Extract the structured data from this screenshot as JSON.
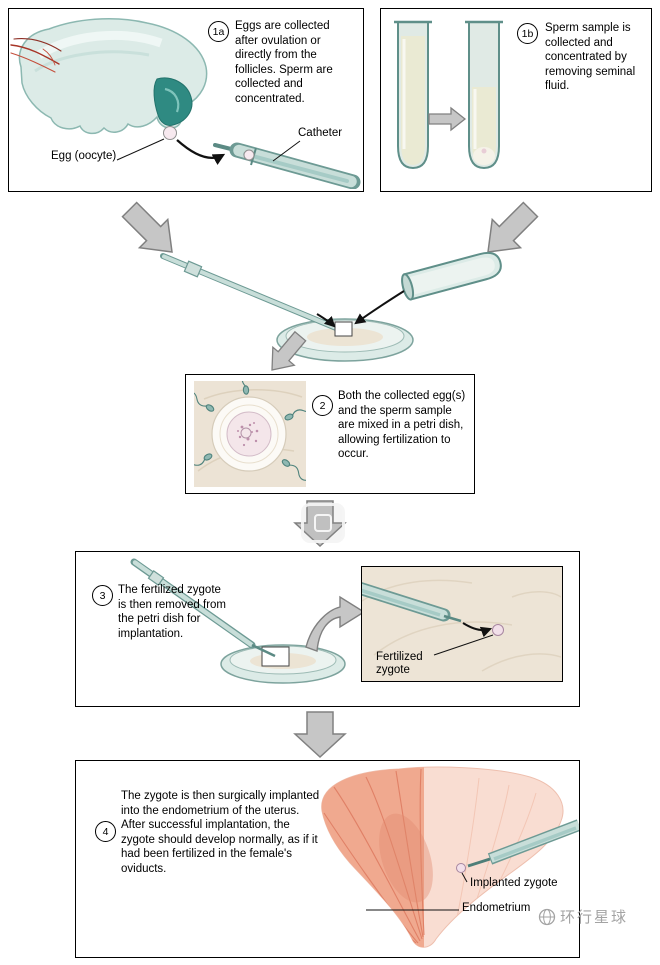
{
  "steps": {
    "s1a": {
      "num": "1a",
      "text": "Eggs are collected after ovulation or directly from the follicles. Sperm are collected and concentrated."
    },
    "s1b": {
      "num": "1b",
      "text": "Sperm sample is collected and concentrated by removing seminal fluid."
    },
    "s2": {
      "num": "2",
      "text": "Both the collected egg(s) and the sperm sample are mixed in a petri dish, allowing fertilization to occur."
    },
    "s3": {
      "num": "3",
      "text": "The fertilized zygote is then removed from the petri dish for implantation."
    },
    "s4": {
      "num": "4",
      "text": "The zygote is then surgically implanted into the endometrium of the uterus. After successful implantation, the zygote should develop normally, as if it had been fertilized in the female's oviducts."
    }
  },
  "labels": {
    "egg_oocyte": "Egg (oocyte)",
    "catheter": "Catheter",
    "fertilized_zygote": "Fertilized zygote",
    "implanted_zygote": "Implanted zygote",
    "endometrium": "Endometrium"
  },
  "watermark": {
    "text": "环行星球"
  },
  "icons": {
    "big_arrow_from_1a": "gray-block-arrow-down-right",
    "big_arrow_from_1b": "gray-block-arrow-down-left",
    "down_arrow": "gray-block-arrow-down",
    "right_arrow": "gray-block-arrow-right",
    "curved_arrow_to_inset": "gray-curved-arrow-right",
    "watermark_logo": "globe-icon"
  },
  "colors": {
    "panel_border": "#000000",
    "tissue_teal": "#dcebe7",
    "teal_outline": "#6d9a94",
    "funnel_teal": "#2f8a82",
    "dish_beige": "#ece4d4",
    "arrow_gray": "#c6c6c6",
    "arrow_gray_outline": "#808080",
    "uterus_pink": "#f0a98f",
    "uterus_pale": "#f9ddd2",
    "watermark_gray": "#a3a3a3"
  }
}
